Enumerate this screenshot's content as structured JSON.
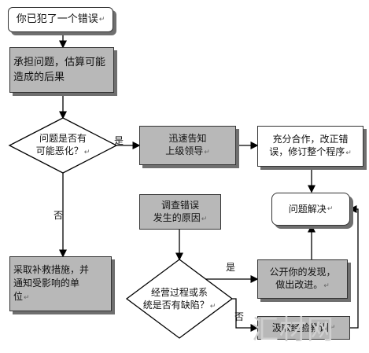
{
  "nodes": {
    "start": "你已犯了一个错误",
    "assess": "承担问题，估算可能造成的后果",
    "decision1": [
      "问题是否有",
      "可能恶化？"
    ],
    "notify_leader": [
      "迅速告知",
      "上级领导"
    ],
    "cooperate": [
      "充分合作，改正错",
      "误，修订整个程序"
    ],
    "solved": "问题解决",
    "investigate": [
      "调查错误",
      "发生的原因"
    ],
    "remedy": [
      "采取补救措施，并",
      "通知受影响的单",
      "位"
    ],
    "decision2": [
      "经营过程或系",
      "统是否有缺陷？"
    ],
    "disclose": [
      "公开你的发现，",
      "做出改进。"
    ],
    "lesson": "汲取经验教训"
  },
  "edge_labels": {
    "yes1": "是",
    "no1": "否",
    "yes2": "是",
    "no2": "否"
  },
  "return_mark": "↵",
  "watermark": "汇材网"
}
